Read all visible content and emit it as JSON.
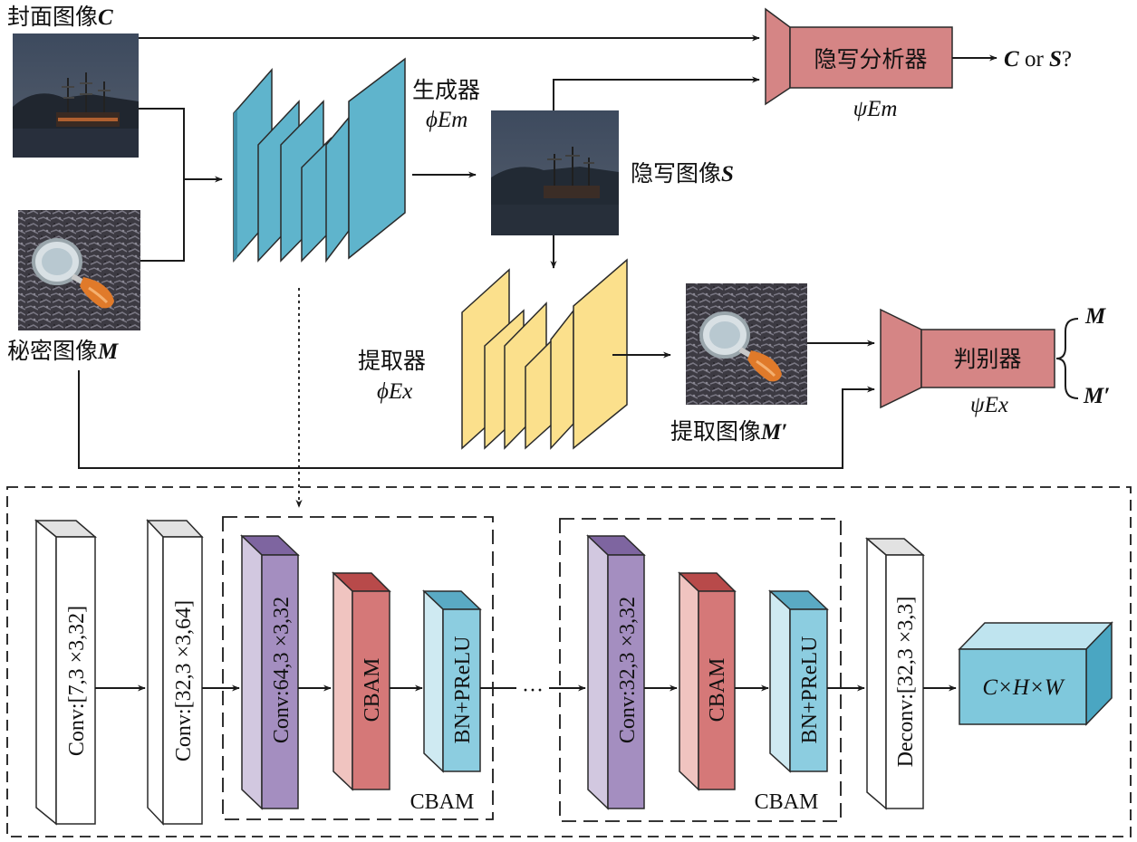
{
  "labels": {
    "cover_prefix": "封面图像",
    "cover_var": "C",
    "secret_prefix": "秘密图像",
    "secret_var": "M",
    "generator": "生成器",
    "generator_sym": "ϕEm",
    "stego_prefix": "隐写图像",
    "stego_var": "S",
    "steganalyzer": "隐写分析器",
    "steganalyzer_sym": "ψEm",
    "output_c": "C",
    "output_or": " or ",
    "output_s": "S",
    "output_q": "?",
    "extractor": "提取器",
    "extractor_sym": "ϕEx",
    "extracted_prefix": "提取图像",
    "extracted_var": "M′",
    "discriminator": "判别器",
    "discriminator_sym": "ψEx",
    "out_m": "M",
    "out_m_prime": "M′"
  },
  "layers": {
    "conv1": "Conv:[7,3 ×3,32]",
    "conv2": "Conv:[32,3 ×3,64]",
    "conv3": "Conv:64,3 ×3,32",
    "cbam1": "CBAM",
    "bn1": "BN+PReLU",
    "group1": "CBAM",
    "ellipsis": "···",
    "conv4": "Conv:32,3 ×3,32",
    "cbam2": "CBAM",
    "bn2": "BN+PReLU",
    "group2": "CBAM",
    "deconv": "Deconv:[32,3 ×3,3]",
    "output": "C×H×W"
  },
  "colors": {
    "generator": "#5fb4cc",
    "extractor": "#fbe08c",
    "analyzer": "#d58585",
    "conv_purple": "#a48ec0",
    "cbam_red": "#d57878",
    "bn_blue": "#8ccde0",
    "output_cube": "#7fc8dc"
  }
}
